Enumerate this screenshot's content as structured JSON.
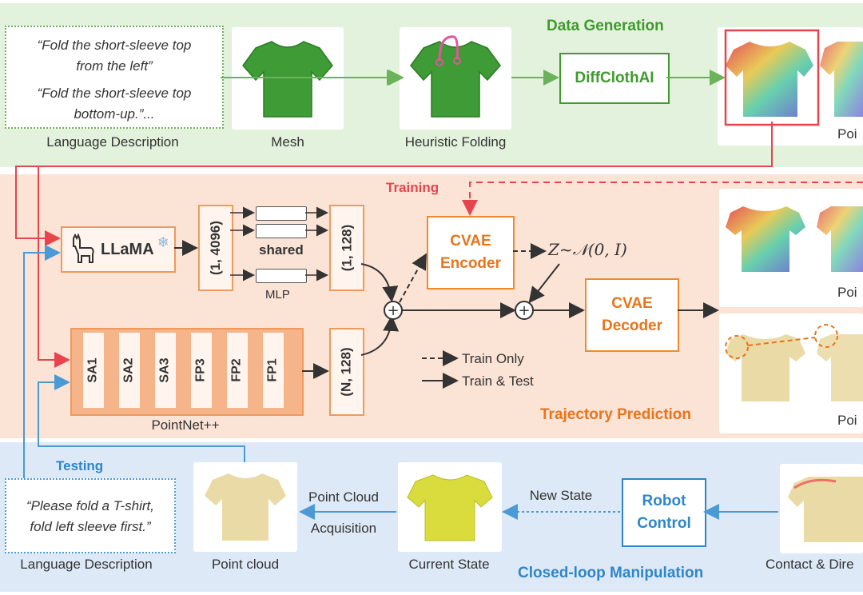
{
  "sections": {
    "data_generation": "Data Generation",
    "trajectory_prediction": "Trajectory Prediction",
    "closed_loop": "Closed-loop Manipulation"
  },
  "top_row": {
    "quote1_line1": "“Fold the short-sleeve top",
    "quote1_line2": "from the left”",
    "quote2_line1": "“Fold the short-sleeve top",
    "quote2_line2": "bottom-up.”...",
    "language_label": "Language Description",
    "mesh_label": "Mesh",
    "heuristic_label": "Heuristic Folding",
    "diffcloth_label": "DiffClothAI",
    "point_label": "Poi"
  },
  "middle_row": {
    "training_label": "Training",
    "llama_label": "LLaMA",
    "llama_dim": "(1, 4096)",
    "shared_label": "shared",
    "mlp_label": "MLP",
    "lang_feat_dim": "(1, 128)",
    "pointnet_layers": [
      "SA1",
      "SA2",
      "SA3",
      "FP3",
      "FP2",
      "FP1"
    ],
    "pointnet_label": "PointNet++",
    "point_feat_dim": "(N, 128)",
    "encoder_line1": "CVAE",
    "encoder_line2": "Encoder",
    "decoder_line1": "CVAE",
    "decoder_line2": "Decoder",
    "latent_formula": "Z~𝒩(0, I)",
    "legend_train_only": "Train Only",
    "legend_train_test": "Train & Test",
    "point_label_1": "Poi",
    "point_label_2": "Poi"
  },
  "bottom_row": {
    "testing_label": "Testing",
    "quote_line1": "“Please fold a T-shirt,",
    "quote_line2": "fold left sleeve first.”",
    "language_label": "Language Description",
    "point_cloud_label": "Point cloud",
    "acquisition_line1": "Point Cloud",
    "acquisition_line2": "Acquisition",
    "current_state_label": "Current State",
    "new_state_label": "New State",
    "robot_line1": "Robot",
    "robot_line2": "Control",
    "contact_label": "Contact & Dire"
  },
  "colors": {
    "green": "#3f9a2f",
    "orange": "#e8741c",
    "blue": "#2f86c8",
    "red": "#e8444e"
  }
}
